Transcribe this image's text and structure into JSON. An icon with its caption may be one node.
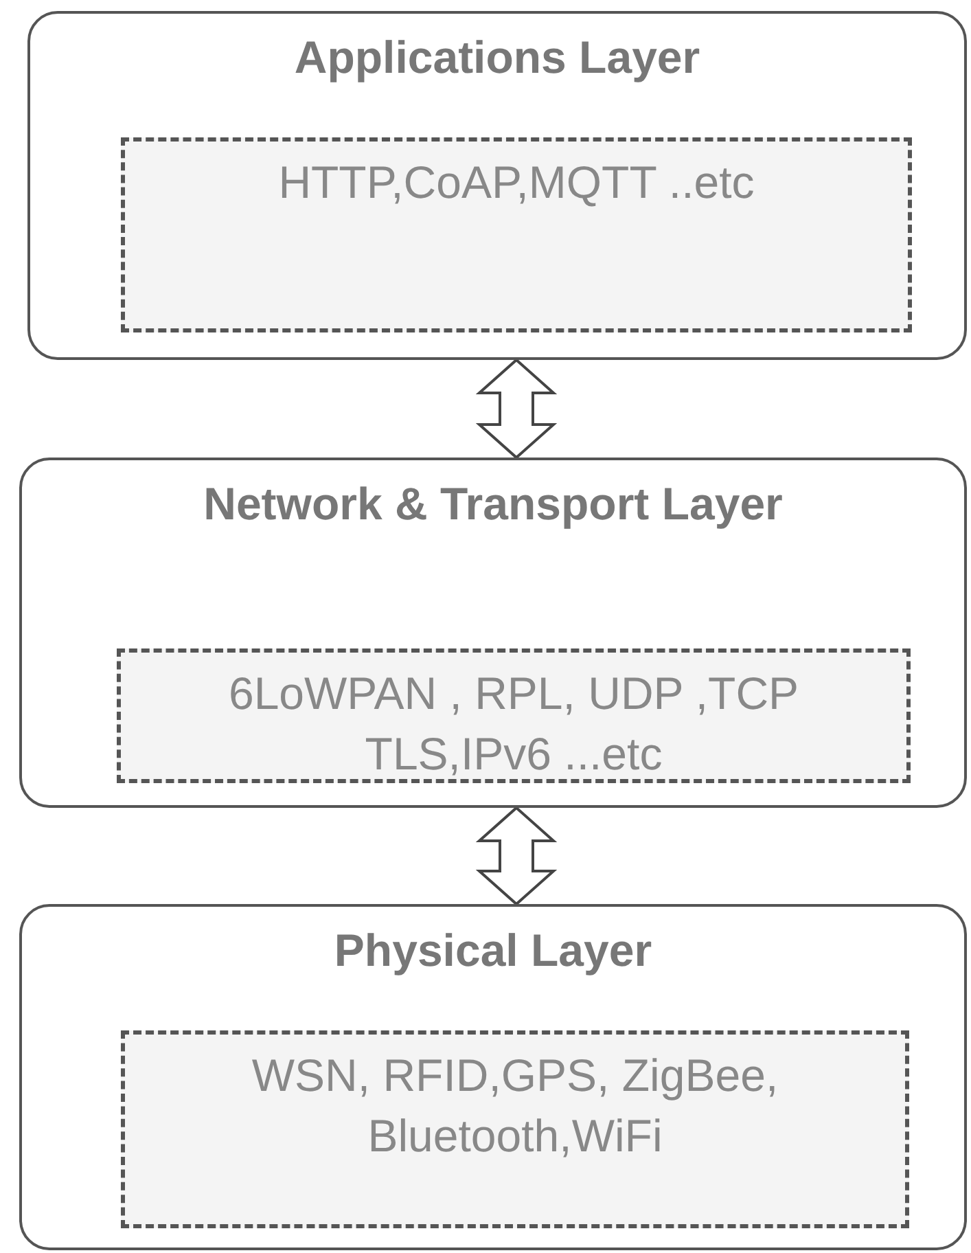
{
  "diagram": {
    "nodes": [
      {
        "text": [
          "Applications Layer"
        ]
      },
      {
        "text": [
          "HTTP,CoAP,MQTT ..etc"
        ],
        "in": 0
      },
      {
        "text": [
          "Network & Transport Layer"
        ]
      },
      {
        "text": [
          "6LoWPAN , RPL, UDP ,TCP TLS,IPv6 ...etc"
        ],
        "in": 2
      },
      {
        "text": [
          "Physical Layer"
        ]
      },
      {
        "text": [
          "WSN, RFID,GPS, ZigBee, Bluetooth,WiFi"
        ],
        "in": 4
      }
    ],
    "edges": [
      {
        "from": 0,
        "to": 2,
        "arrow": "both"
      },
      {
        "from": 2,
        "to": 4,
        "arrow": "both"
      }
    ]
  }
}
